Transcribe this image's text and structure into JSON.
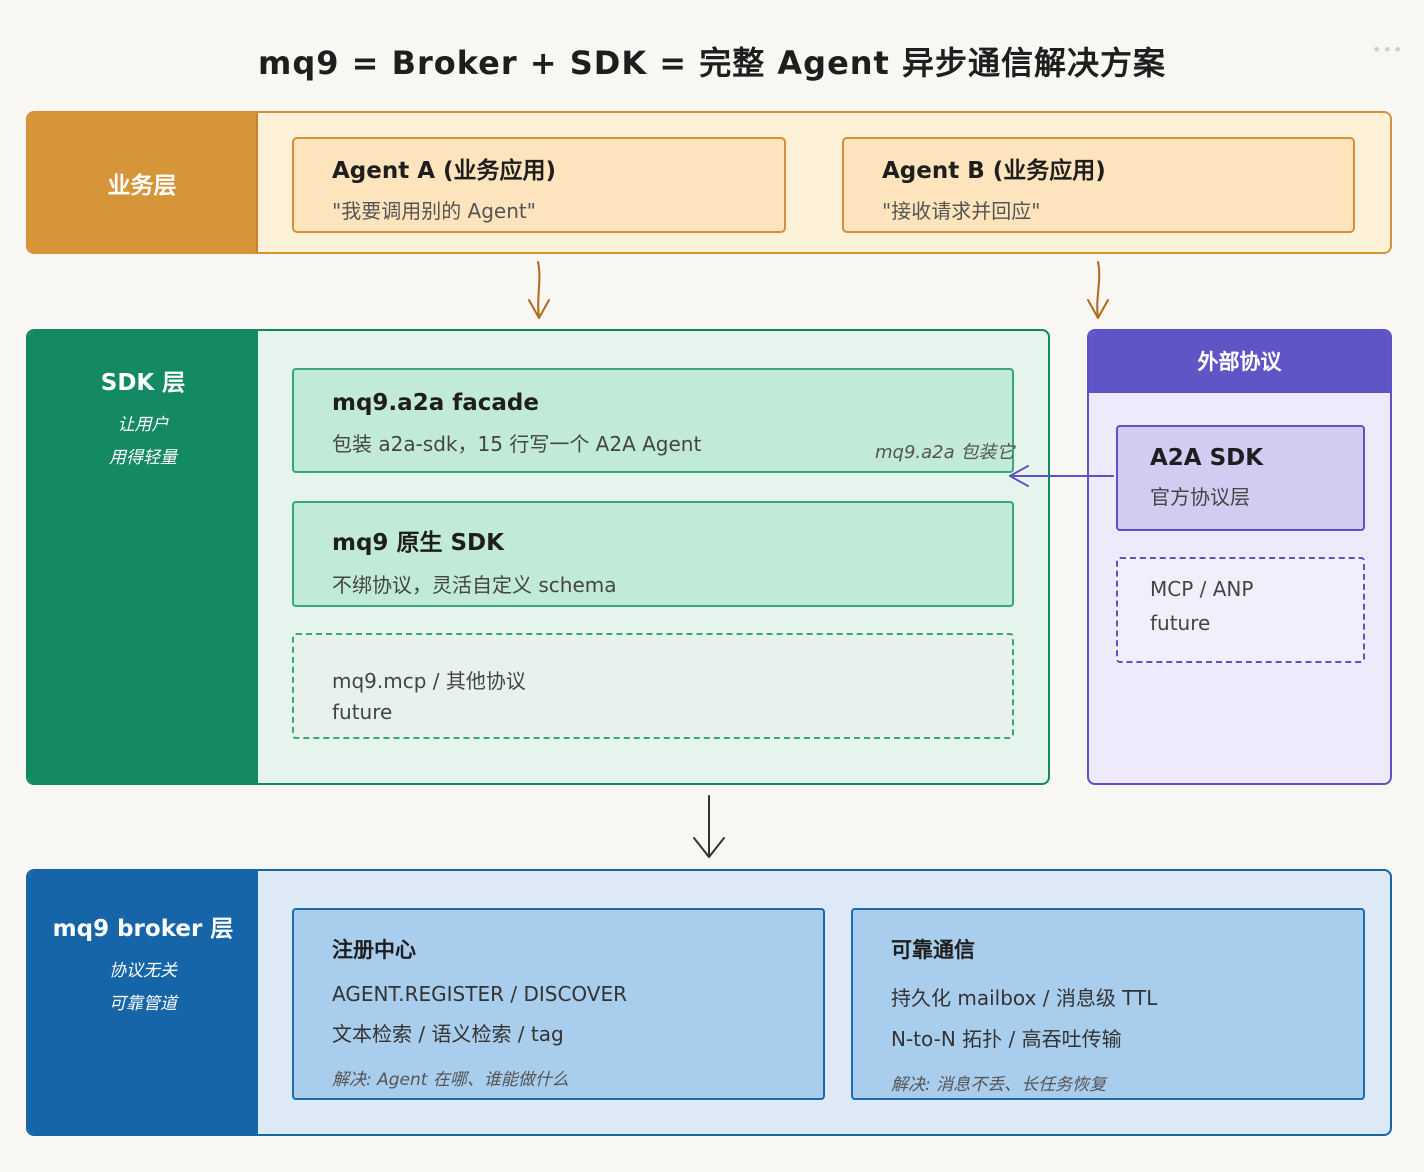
{
  "title": "mq9 = Broker + SDK = 完整 Agent 异步通信解决方案",
  "menu_dots": "•••",
  "business_layer": {
    "label": "业务层",
    "agent_a": {
      "title": "Agent A (业务应用)",
      "quote": "\"我要调用别的 Agent\""
    },
    "agent_b": {
      "title": "Agent B (业务应用)",
      "quote": "\"接收请求并回应\""
    }
  },
  "sdk_layer": {
    "label": "SDK 层",
    "sub_lines": [
      "让用户",
      "用得轻量"
    ],
    "facade": {
      "title": "mq9.a2a facade",
      "desc": "包装 a2a-sdk，15 行写一个 A2A Agent"
    },
    "native": {
      "title": "mq9 原生 SDK",
      "desc": "不绑协议，灵活自定义 schema"
    },
    "mcp": {
      "line1": "mq9.mcp / 其他协议",
      "line2": "future"
    }
  },
  "external": {
    "header": "外部协议",
    "a2a": {
      "title": "A2A SDK",
      "desc": "官方协议层"
    },
    "mcp": {
      "line1": "MCP / ANP",
      "line2": "future"
    },
    "wrap_label": "mq9.a2a 包装它"
  },
  "broker_layer": {
    "label": "mq9 broker 层",
    "sub_lines": [
      "协议无关",
      "可靠管道"
    ],
    "registry": {
      "title": "注册中心",
      "line1": "AGENT.REGISTER / DISCOVER",
      "line2": "文本检索 / 语义检索 / tag",
      "solve": "解决: Agent 在哪、谁能做什么"
    },
    "reliable": {
      "title": "可靠通信",
      "line1": "持久化 mailbox / 消息级 TTL",
      "line2": "N-to-N 拓扑 / 高吞吐传输",
      "solve": "解决: 消息不丢、长任务恢复"
    }
  },
  "colors": {
    "business": "#d69538",
    "sdk": "#138a63",
    "external": "#5e55c7",
    "broker": "#1565a8"
  }
}
